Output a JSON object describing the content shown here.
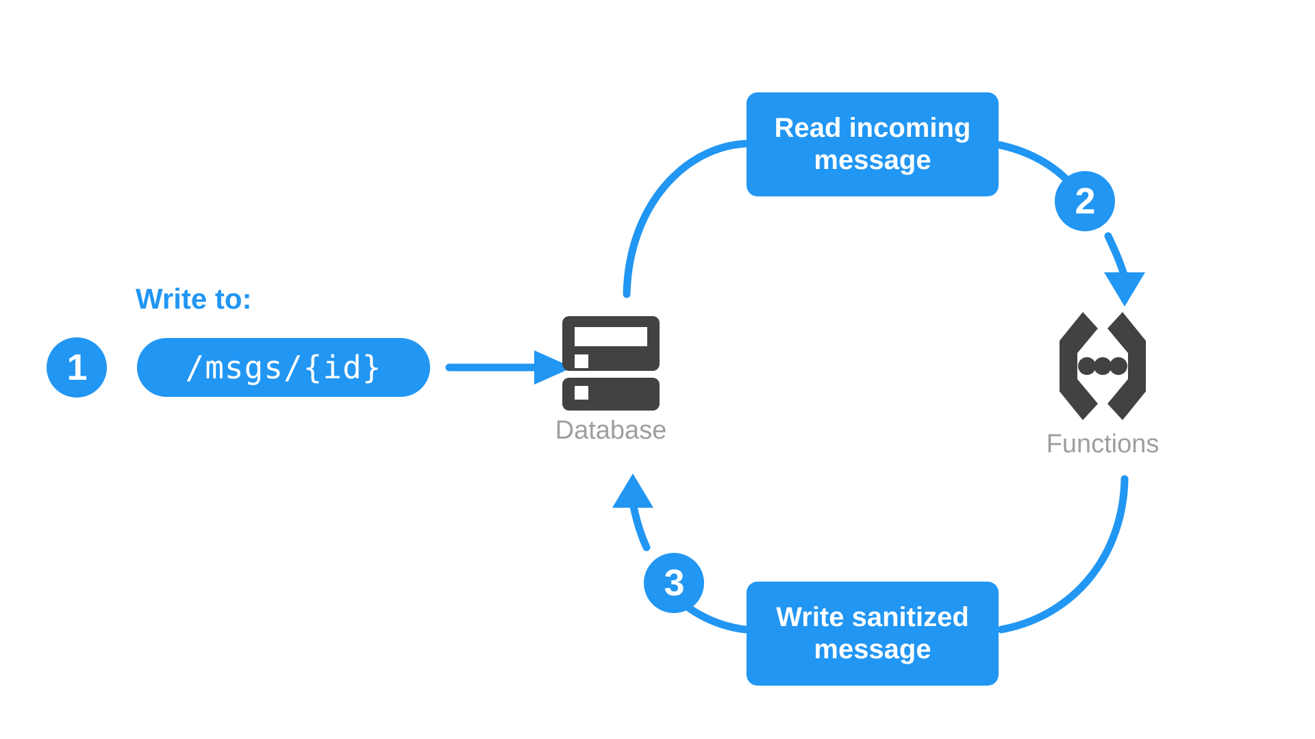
{
  "diagram": {
    "title_label": "Write to:",
    "background_color": "#ffffff",
    "accent_color": "#2196f3",
    "icon_color": "#424242",
    "caption_color": "#9e9e9e",
    "path_value": "/msgs/{id}",
    "steps": [
      {
        "number": "1",
        "label": "Write to:"
      },
      {
        "number": "2",
        "label": "Read incoming message"
      },
      {
        "number": "3",
        "label": "Write sanitized message"
      }
    ],
    "boxes": [
      {
        "id": "read",
        "line1": "Read incoming",
        "line2": "message",
        "text": "Read incoming message"
      },
      {
        "id": "write",
        "line1": "Write sanitized",
        "line2": "message",
        "text": "Write sanitized message"
      }
    ],
    "nodes": [
      {
        "id": "database",
        "caption": "Database",
        "icon": "database-icon"
      },
      {
        "id": "functions",
        "caption": "Functions",
        "icon": "functions-braces-icon"
      }
    ],
    "connectors": [
      {
        "id": "write-to-database",
        "from": "path-pill",
        "to": "database",
        "arrowhead": true,
        "style": "straight"
      },
      {
        "id": "database-to-read",
        "from": "database",
        "to": "read-box",
        "arrowhead": false,
        "style": "curve"
      },
      {
        "id": "read-to-functions",
        "from": "read-box",
        "to": "functions",
        "arrowhead": true,
        "style": "curve",
        "step": "2"
      },
      {
        "id": "functions-to-write",
        "from": "functions",
        "to": "write-box",
        "arrowhead": false,
        "style": "curve"
      },
      {
        "id": "write-to-database-return",
        "from": "write-box",
        "to": "database",
        "arrowhead": true,
        "style": "curve",
        "step": "3"
      }
    ]
  }
}
